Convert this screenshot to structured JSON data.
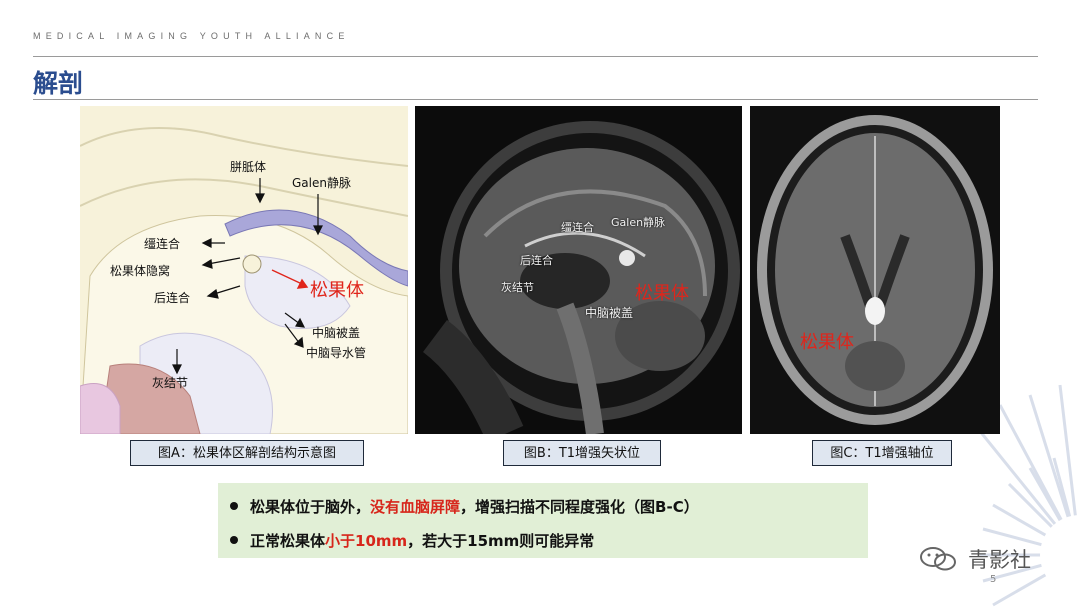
{
  "header": {
    "tagline": "MEDICAL IMAGING YOUTH ALLIANCE",
    "title": "解剖"
  },
  "panel_a": {
    "labels": {
      "corpus_callosum": "胼胝体",
      "galen": "Galen静脉",
      "habenular": "缰连合",
      "pineal_recess": "松果体隐窝",
      "posterior_commissure": "后连合",
      "pineal": "松果体",
      "tegmentum": "中脑被盖",
      "aqueduct": "中脑导水管",
      "tuber_cinereum": "灰结节"
    },
    "caption": "图A：松果体区解剖结构示意图"
  },
  "panel_b": {
    "labels": {
      "habenular": "缰连合",
      "galen": "Galen静脉",
      "posterior_commissure": "后连合",
      "tuber_cinereum": "灰结节",
      "pineal": "松果体",
      "tegmentum": "中脑被盖"
    },
    "caption": "图B：T1增强矢状位"
  },
  "panel_c": {
    "labels": {
      "pineal": "松果体"
    },
    "caption": "图C：T1增强轴位"
  },
  "bullets": {
    "b1_part1": "松果体位于脑外，",
    "b1_red": "没有血脑屏障",
    "b1_part2": "，增强扫描不同程度强化（图B-C）",
    "b2_part1": "正常松果体",
    "b2_red": "小于10mm",
    "b2_part2": "，若大于15mm则可能异常"
  },
  "footer": {
    "brand": "青影社",
    "page_number": "5"
  },
  "colors": {
    "title": "#2b4d8f",
    "highlight": "#d7261b",
    "bullet_bg": "#e1efd6",
    "caption_bg": "#dfe6f0"
  }
}
